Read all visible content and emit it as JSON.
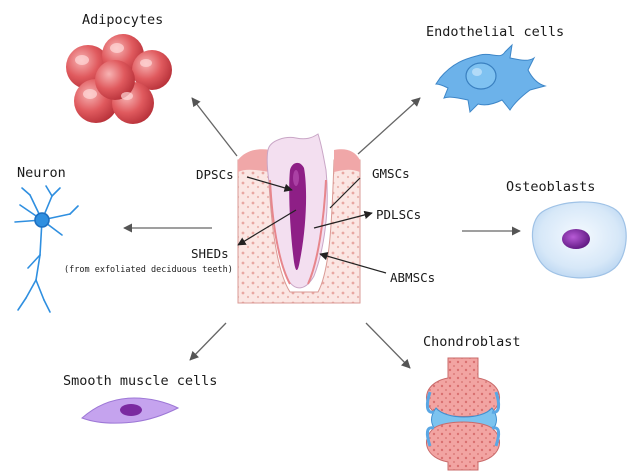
{
  "center": {
    "sources": {
      "dpscs": "DPSCs",
      "gmscs": "GMSCs",
      "pdlscs": "PDLSCs",
      "sheds": "SHEDs",
      "sheds_note": "(from exfoliated deciduous teeth)",
      "abmscs": "ABMSCs"
    }
  },
  "targets": {
    "adipocytes": "Adipocytes",
    "endothelial": "Endothelial cells",
    "neuron": "Neuron",
    "osteoblasts": "Osteoblasts",
    "smooth_muscle": "Smooth muscle cells",
    "chondroblast": "Chondroblast"
  },
  "colors": {
    "arrow": "#555555",
    "fat_cell": "#d94a4e",
    "endothelial": "#5aa7e4",
    "neuron": "#2f8fe0",
    "osteoblast": "#cfe3f7",
    "osteoblast_nucleus": "#7a2aa0",
    "smooth_muscle": "#b68fe6",
    "cartilage": "#f0a0a0",
    "bone": "#f6c3bf",
    "pulp": "#8e1f86"
  }
}
